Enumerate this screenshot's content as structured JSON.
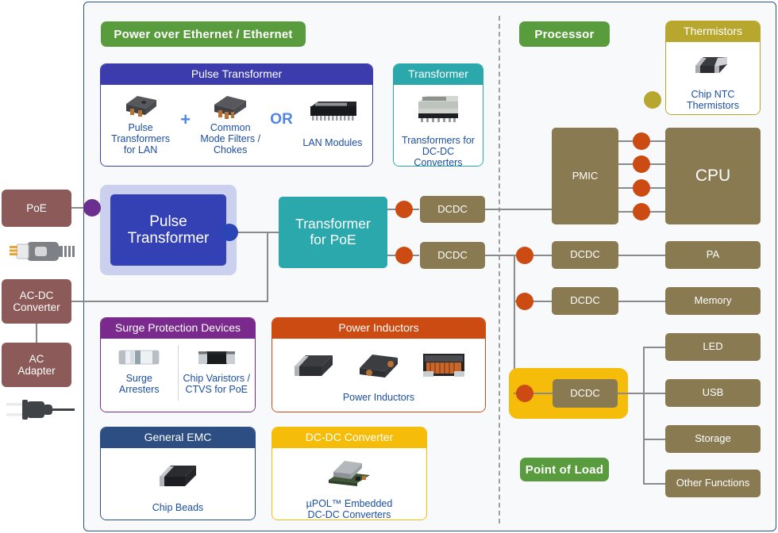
{
  "diagram": {
    "title": "Power over Ethernet / Ethernet and Processor power tree block diagram",
    "sections": {
      "poe_label": "Power over Ethernet / Ethernet",
      "processor_label": "Processor",
      "pol_label": "Point of Load"
    },
    "colors": {
      "green_pill": "#589c3d",
      "blue_card": "#3c3cad",
      "teal_card": "#2aa8ab",
      "olive_card": "#b7a72f",
      "purple_card": "#7a2a8c",
      "orange_card": "#cc4b12",
      "navy_card": "#2c4e82",
      "yellow_card": "#f5bd0a",
      "tan_block": "#8a7a52",
      "mauve_block": "#8d5a5a",
      "red_dot": "#cc4b12",
      "purple_dot": "#6a2f8f",
      "blue_dot": "#2a45b5",
      "olive_dot": "#b7a72f",
      "line": "#8a8a8a",
      "panel_bg": "#f7f9fb",
      "panel_border": "#2c5282",
      "caption_text": "#1c4fa1"
    },
    "left_inputs": [
      {
        "label": "PoE",
        "name": "poe-block"
      },
      {
        "label": "AC-DC\nConverter",
        "name": "ac-dc-converter-block"
      },
      {
        "label": "AC\nAdapter",
        "name": "ac-adapter-block"
      }
    ],
    "left_icons": [
      {
        "name": "rj45-ethernet-connector-icon"
      },
      {
        "name": "ac-power-plug-icon"
      }
    ],
    "cards": {
      "pulse_transformer": {
        "header": "Pulse Transformer",
        "items": [
          {
            "caption": "Pulse\nTransformers\nfor LAN",
            "icon": "pulse-transformer-component-icon"
          },
          {
            "caption": "Common\nMode Filters /\nChokes",
            "icon": "common-mode-choke-component-icon"
          },
          {
            "caption": "LAN Modules",
            "icon": "lan-module-component-icon"
          }
        ],
        "operators": [
          "+",
          "OR"
        ]
      },
      "transformer": {
        "header": "Transformer",
        "items": [
          {
            "caption": "Transformers for\nDC-DC Converters",
            "icon": "dcdc-transformer-component-icon"
          }
        ]
      },
      "thermistors": {
        "header": "Thermistors",
        "items": [
          {
            "caption": "Chip NTC\nThermistors",
            "icon": "chip-ntc-thermistor-component-icon"
          }
        ]
      },
      "surge": {
        "header": "Surge Protection Devices",
        "items": [
          {
            "caption": "Surge\nArresters",
            "icon": "surge-arrester-component-icon"
          },
          {
            "caption": "Chip Varistors /\nCTVS for PoE",
            "icon": "chip-varistor-component-icon"
          }
        ]
      },
      "power_inductors": {
        "header": "Power Inductors",
        "items": [
          {
            "caption": "Power Inductors",
            "icon": "power-inductor-component-icon"
          }
        ]
      },
      "general_emc": {
        "header": "General EMC",
        "items": [
          {
            "caption": "Chip Beads",
            "icon": "chip-bead-component-icon"
          }
        ]
      },
      "dcdc_converter": {
        "header": "DC-DC Converter",
        "items": [
          {
            "caption": "µPOL™ Embedded\nDC-DC Converters",
            "icon": "upol-embedded-dcdc-component-icon"
          }
        ]
      }
    },
    "blocks": {
      "pulse_transformer_main": "Pulse\nTransformer",
      "transformer_for_poe": "Transformer\nfor PoE",
      "dcdc_top": "DCDC",
      "dcdc_second": "DCDC",
      "pmic": "PMIC",
      "cpu": "CPU",
      "dcdc_pa": "DCDC",
      "pa": "PA",
      "dcdc_memory": "DCDC",
      "memory": "Memory",
      "dcdc_pol": "DCDC",
      "led": "LED",
      "usb": "USB",
      "storage": "Storage",
      "other_functions": "Other Functions"
    }
  }
}
